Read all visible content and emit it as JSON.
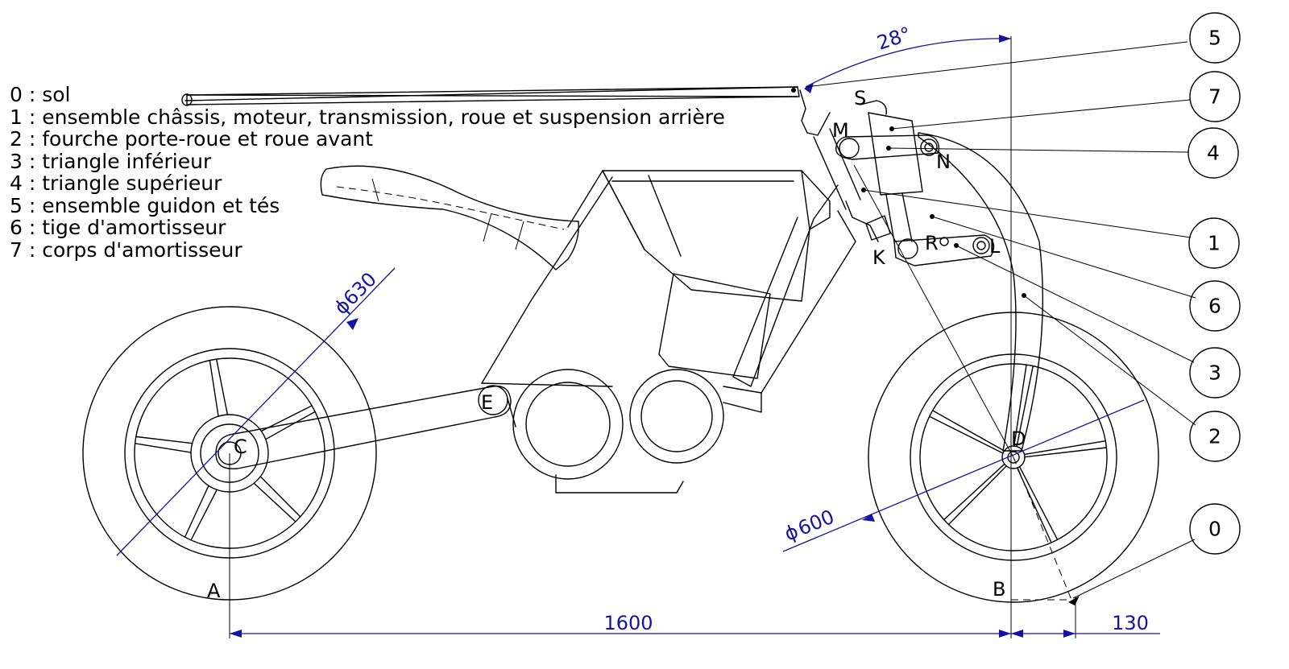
{
  "legend": [
    "0 : sol",
    "1 : ensemble châssis, moteur, transmission, roue et suspension arrière",
    "2 : fourche porte-roue et roue avant",
    "3 : triangle inférieur",
    "4 : triangle supérieur",
    "5 : ensemble guidon et tés",
    "6 : tige d'amortisseur",
    "7 : corps d'amortisseur"
  ],
  "points": {
    "A": "A",
    "B": "B",
    "C": "C",
    "D": "D",
    "E": "E",
    "K": "K",
    "L": "L",
    "M": "M",
    "N": "N",
    "R": "R",
    "S": "S"
  },
  "dimensions": {
    "wheelbase": "1600",
    "trail": "130",
    "rear_diameter": "630",
    "front_diameter": "600",
    "caster_angle": "28°",
    "diameter_symbol": "ϕ"
  },
  "callouts": [
    "5",
    "7",
    "4",
    "1",
    "6",
    "3",
    "2",
    "0"
  ],
  "colors": {
    "dimension": "#1414a0",
    "line": "#000000"
  }
}
